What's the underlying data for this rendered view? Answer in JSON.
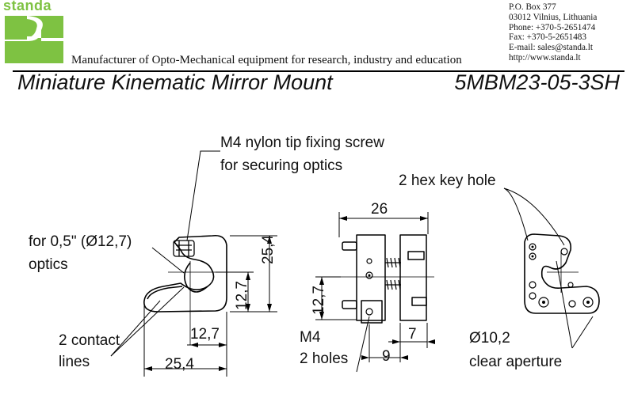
{
  "header": {
    "logo_text": "standa",
    "tagline": "Manufacturer of Opto-Mechanical equipment for research, industry and education",
    "contact": [
      "P.O. Box 377",
      "03012 Vilnius, Lithuania",
      "Phone: +370-5-2651474",
      "Fax: +370-5-2651483",
      "E-mail: sales@standa.lt",
      "http://www.standa.lt"
    ],
    "brand_color": "#7ec242"
  },
  "title": "Miniature Kinematic Mirror Mount",
  "model": "5MBM23-05-3SH",
  "callouts": {
    "screw_line1": "M4 nylon tip fixing screw",
    "screw_line2": "for securing optics",
    "optics_line1": "for 0,5\" (Ø12,7)",
    "optics_line2": "optics",
    "contact_line1": "2 contact",
    "contact_line2": "lines",
    "hex_key": "2 hex key hole",
    "m4_line1": "M4",
    "m4_line2": "2 holes",
    "aperture_line1": "Ø10,2",
    "aperture_line2": "clear aperture"
  },
  "dimensions": {
    "front_width": "25,4",
    "front_height": "25,4",
    "front_center_x": "12,7",
    "front_center_y": "12,7",
    "side_width": "26",
    "side_center_y": "12,7",
    "side_offset_9": "9",
    "side_offset_7": "7"
  }
}
